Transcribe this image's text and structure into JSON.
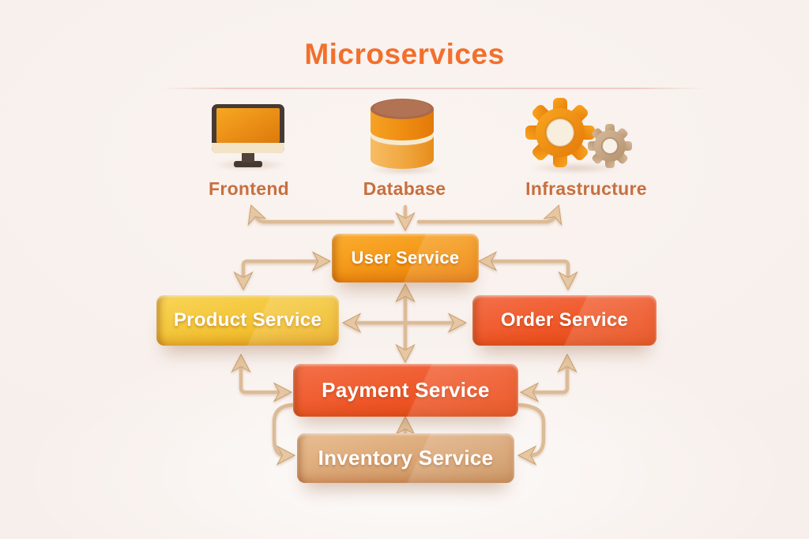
{
  "title": "Microservices",
  "palette": {
    "title_color": "#f1702d",
    "legend_label_color": "#c76f3e",
    "arrow_color": "#dcbb97",
    "background": "#f9f3f0",
    "user_service_color": "#f29314",
    "product_service_color": "#f2c233",
    "order_service_color": "#ee5526",
    "payment_service_color": "#ee5526",
    "inventory_service_color": "#d8a372"
  },
  "legend": {
    "items": [
      {
        "icon": "monitor-icon",
        "label": "Frontend"
      },
      {
        "icon": "database-icon",
        "label": "Database"
      },
      {
        "icon": "gears-icon",
        "label": "Infrastructure"
      }
    ]
  },
  "services": [
    {
      "id": "user-service",
      "label": "User Service"
    },
    {
      "id": "product-service",
      "label": "Product Service"
    },
    {
      "id": "order-service",
      "label": "Order Service"
    },
    {
      "id": "payment-service",
      "label": "Payment Service"
    },
    {
      "id": "inventory-service",
      "label": "Inventory Service"
    }
  ],
  "connections": [
    {
      "from": "database",
      "to": "user-service",
      "arrows": "into-user-service"
    },
    {
      "from": "user-service",
      "to": "frontend",
      "arrows": "up-toward-frontend"
    },
    {
      "from": "user-service",
      "to": "infrastructure",
      "arrows": "up-toward-infrastructure"
    },
    {
      "from": "product-service",
      "to": "user-service",
      "arrows": "both-ends"
    },
    {
      "from": "order-service",
      "to": "user-service",
      "arrows": "both-ends"
    },
    {
      "from": "user-service",
      "to": "payment-service",
      "arrows": "both-ends"
    },
    {
      "from": "product-service",
      "to": "order-service",
      "arrows": "both-ends"
    },
    {
      "from": "product-service",
      "to": "payment-service",
      "arrows": "both-ends"
    },
    {
      "from": "order-service",
      "to": "payment-service",
      "arrows": "both-ends"
    },
    {
      "from": "inventory-service",
      "to": "payment-service",
      "arrows": "into-payment-service"
    },
    {
      "from": "payment-service",
      "to": "inventory-service",
      "arrows": "into-inventory-left"
    },
    {
      "from": "payment-service",
      "to": "inventory-service",
      "arrows": "into-inventory-right"
    }
  ]
}
